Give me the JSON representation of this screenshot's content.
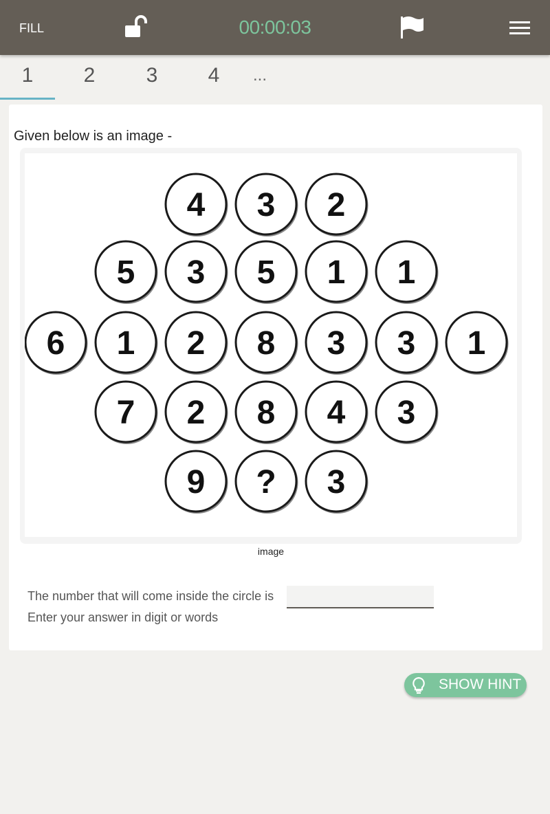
{
  "header": {
    "mode_label": "FILL",
    "timer": "00:00:03",
    "icons": [
      "unlock-icon",
      "flag-icon",
      "hamburger-menu-icon"
    ],
    "colors": {
      "bar": "#645e56",
      "timer": "#7dc59d"
    }
  },
  "tabs": {
    "items": [
      {
        "label": "1",
        "active": true
      },
      {
        "label": "2"
      },
      {
        "label": "3"
      },
      {
        "label": "4"
      }
    ],
    "more": "...",
    "active_color": "#67b3c6"
  },
  "question": {
    "intro": "Given below is an image -",
    "image_caption": "image",
    "prompt": "The number that will come inside the circle is",
    "answer_value": "",
    "helper": "Enter your answer in digit or words"
  },
  "puzzle": {
    "rows": [
      [
        "4",
        "3",
        "2"
      ],
      [
        "5",
        "3",
        "5",
        "1",
        "1"
      ],
      [
        "6",
        "1",
        "2",
        "8",
        "3",
        "3",
        "1"
      ],
      [
        "7",
        "2",
        "8",
        "4",
        "3"
      ],
      [
        "9",
        "?",
        "3"
      ]
    ]
  },
  "hint": {
    "label": "SHOW HINT",
    "color": "#7dc59d",
    "icon": "lightbulb-icon"
  }
}
